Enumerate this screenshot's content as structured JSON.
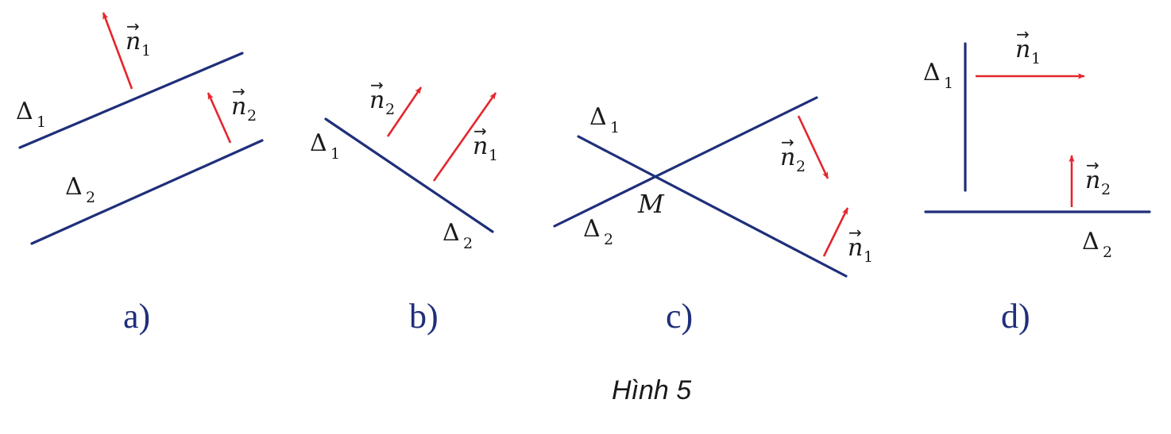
{
  "colors": {
    "line": "#1f2f7a",
    "vector": "#e4262c",
    "panel_label": "#1f2f7a",
    "text": "#1a1a1a"
  },
  "symbols": {
    "delta": "Δ",
    "normal": "n",
    "vector_arrow": "→",
    "sub1": "1",
    "sub2": "2"
  },
  "panels": [
    {
      "label": "a)"
    },
    {
      "label": "b)"
    },
    {
      "label": "c)",
      "point": "M"
    },
    {
      "label": "d)"
    }
  ],
  "caption": "Hình 5"
}
